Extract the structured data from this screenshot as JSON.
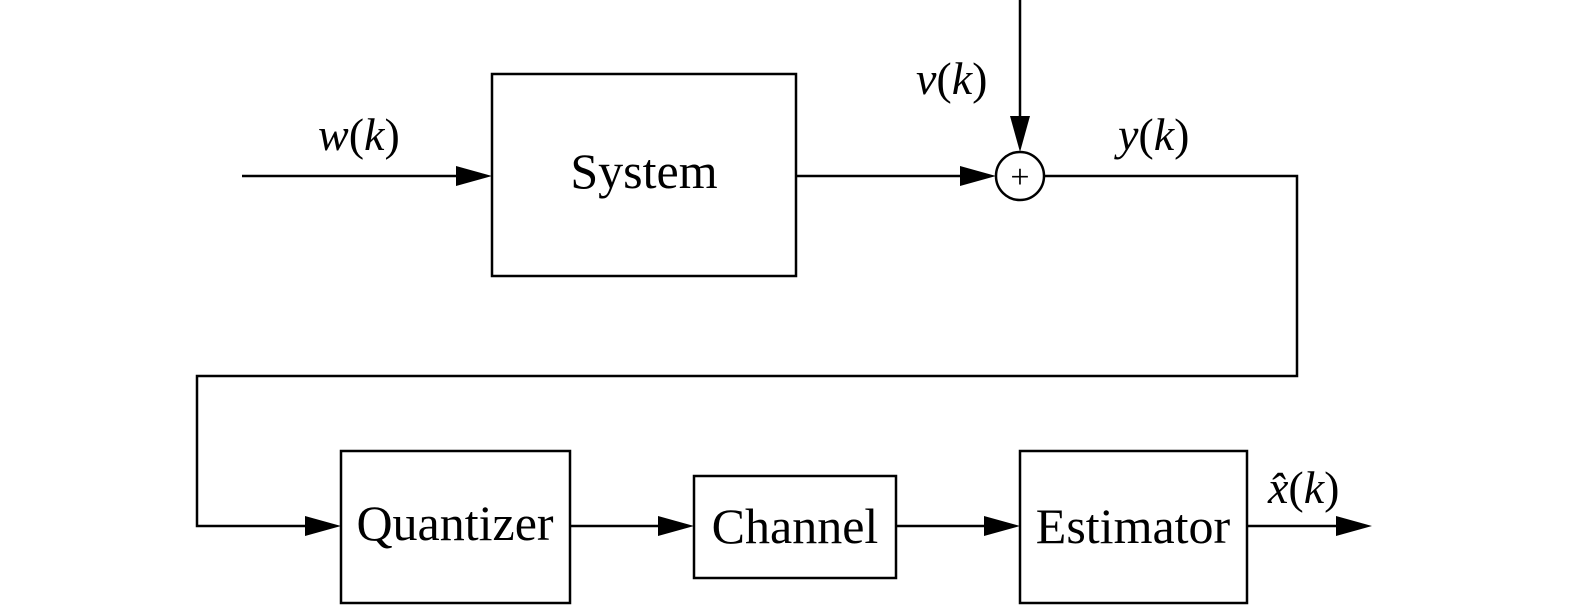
{
  "blocks": {
    "system": "System",
    "quantizer": "Quantizer",
    "channel": "Channel",
    "estimator": "Estimator"
  },
  "summing_junction": {
    "sign": "+"
  },
  "signals": {
    "w": {
      "symbol": "w",
      "arg": "k"
    },
    "v": {
      "symbol": "v",
      "arg": "k"
    },
    "y": {
      "symbol": "y",
      "arg": "k"
    },
    "xhat": {
      "symbol": "x̂",
      "arg": "k"
    }
  },
  "punctuation": {
    "open": "(",
    "close": ")"
  }
}
